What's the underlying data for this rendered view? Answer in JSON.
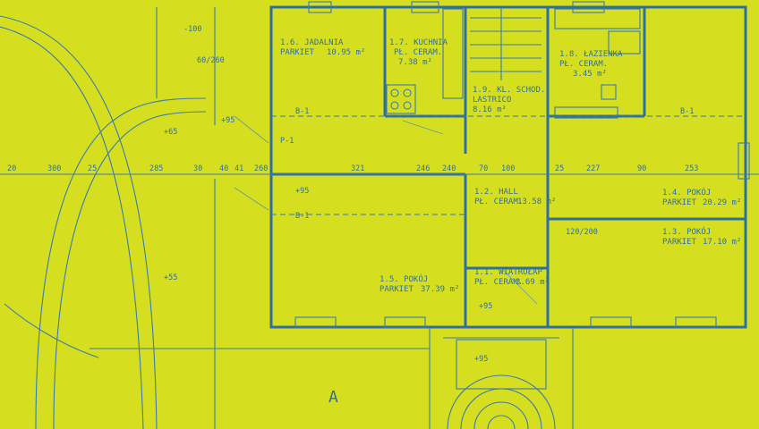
{
  "plan": {
    "rooms": [
      {
        "id": "jadalnia",
        "name": "1.6. JADALNIA",
        "floor": "PARKIET",
        "area": "10.95 m²"
      },
      {
        "id": "kuchnia",
        "name": "1.7. KUCHNIA",
        "floor": "PŁ. CERAM.",
        "area": "7.38 m²"
      },
      {
        "id": "lazienka",
        "name": "1.8. ŁAZIENKA",
        "floor": "PŁ. CERAM.",
        "area": "3.45 m²"
      },
      {
        "id": "klatka",
        "name": "1.9. KL. SCHOD.",
        "floor": "LASTRICO",
        "area": "8.16 m²"
      },
      {
        "id": "hall",
        "name": "1.2. HALL",
        "floor": "PŁ. CERAM.",
        "area": "13.58 m²"
      },
      {
        "id": "pokoj4",
        "name": "1.4. POKÓJ",
        "floor": "PARKIET",
        "area": "20.29 m²"
      },
      {
        "id": "pokoj3",
        "name": "1.3. POKÓJ",
        "floor": "PARKIET",
        "area": "17.10 m²"
      },
      {
        "id": "wiatrolap",
        "name": "1.1. WIATROŁAP",
        "floor": "PŁ. CERAM.",
        "area": "3.69 m²"
      },
      {
        "id": "pokoj5",
        "name": "1.5. POKÓJ",
        "floor": "PARKIET",
        "area": "37.39 m²"
      }
    ],
    "dimensions": [
      "20",
      "300",
      "25",
      "285",
      "30",
      "40",
      "41",
      "260",
      "321",
      "246",
      "240",
      "70",
      "100",
      "25",
      "227",
      "90",
      "253"
    ],
    "levels": [
      "-100",
      "+95",
      "+65",
      "+95",
      "+55",
      "+95",
      "+95"
    ],
    "wall_marks": [
      "P-1",
      "B-1",
      "B-1",
      "B-1"
    ],
    "stair_label": "120/200",
    "window_label": "60/260",
    "section_mark": "A",
    "colors": {
      "background": "#d6df1f",
      "ink": "#2f6fa3"
    }
  }
}
